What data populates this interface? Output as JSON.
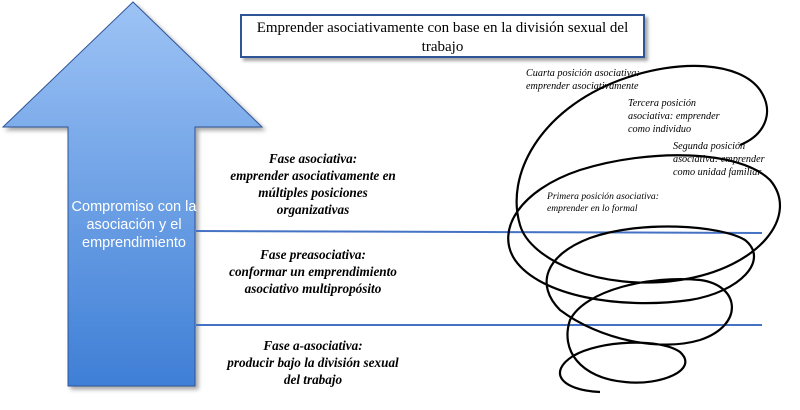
{
  "arrow": {
    "label": "Compromiso con la asociación y el emprendimiento",
    "color_top": "#9dc3f5",
    "color_bottom": "#3f7fd6"
  },
  "top_box": {
    "text": "Emprender asociativamente con base en la división sexual del trabajo"
  },
  "phases": [
    {
      "title": "Fase asociativa:",
      "line1": "emprender asociativamente en",
      "line2": "múltiples posiciones",
      "line3": "organizativas"
    },
    {
      "title": "Fase preasociativa:",
      "line1": "conformar un emprendimiento",
      "line2": "asociativo multipropósito",
      "line3": ""
    },
    {
      "title": "Fase a-asociativa:",
      "line1": "producir bajo la división sexual",
      "line2": "del trabajo",
      "line3": ""
    }
  ],
  "positions": [
    {
      "line1": "Cuarta posición asociativa:",
      "line2": "emprender asociativamente",
      "line3": ""
    },
    {
      "line1": "Tercera posición",
      "line2": "asociativa: emprender",
      "line3": "como individuo"
    },
    {
      "line1": "Segunda posición",
      "line2": "asociativa: emprender",
      "line3": "como unidad familiar"
    },
    {
      "line1": "Primera posición asociativa:",
      "line2": "emprender en lo formal",
      "line3": ""
    }
  ],
  "colors": {
    "divider": "#4472c4",
    "box_border": "#2f5597",
    "spiral": "#000000"
  }
}
